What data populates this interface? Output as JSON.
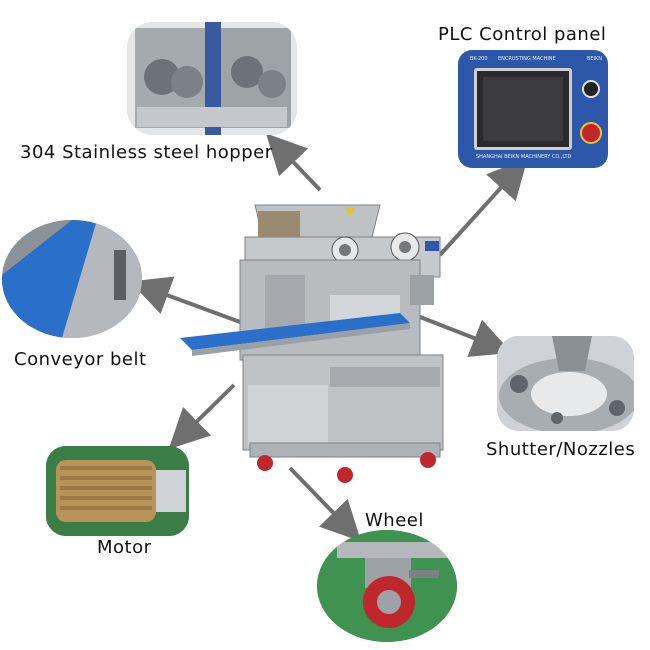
{
  "labels": {
    "hopper": "304 Stainless steel hopper",
    "plc": "PLC Control panel",
    "conveyor": "Conveyor belt",
    "shutter": "Shutter/Nozzles",
    "motor": "Motor",
    "wheel": "Wheel"
  },
  "panel_text": {
    "model": "BK-200",
    "title": "ENCRUSTING MACHINE",
    "maker": "SHANGHAI BEIKN MACHINERY CO.,LTD",
    "brand": "BEIKN"
  },
  "colors": {
    "steel": "#b9bcbf",
    "steel_dark": "#7d8186",
    "panel_blue": "#2d57a8",
    "belt_blue": "#2a6fc9",
    "motor_gold": "#b8935a",
    "wheel_red": "#c0272d",
    "arrow": "#6f6f6f"
  }
}
